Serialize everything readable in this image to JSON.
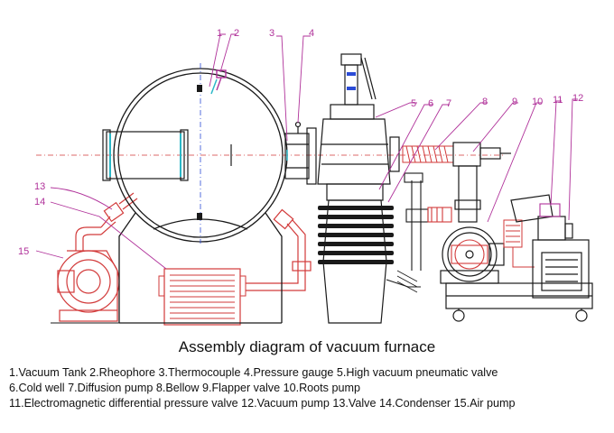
{
  "diagram": {
    "title": "Assembly diagram of vacuum furnace",
    "callouts": [
      "1",
      "2",
      "3",
      "4",
      "5",
      "6",
      "7",
      "8",
      "9",
      "10",
      "11",
      "12",
      "13",
      "14",
      "15"
    ],
    "colors": {
      "line": "#1a1a1a",
      "callout": "#b0329a",
      "accent_red": "#d23a3a",
      "accent_cyan": "#2ab7c7",
      "accent_blue": "#2b4bd6"
    }
  },
  "legend": {
    "line1": "1.Vacuum Tank 2.Rheophore 3.Thermocouple 4.Pressure gauge 5.High vacuum pneumatic valve",
    "line2": "6.Cold  well   7.Diffusion pump 8.Bellow  9.Flapper valve 10.Roots pump",
    "line3": "11.Electromagnetic differential pressure valve 12.Vacuum pump  13.Valve 14.Condenser 15.Air pump"
  }
}
